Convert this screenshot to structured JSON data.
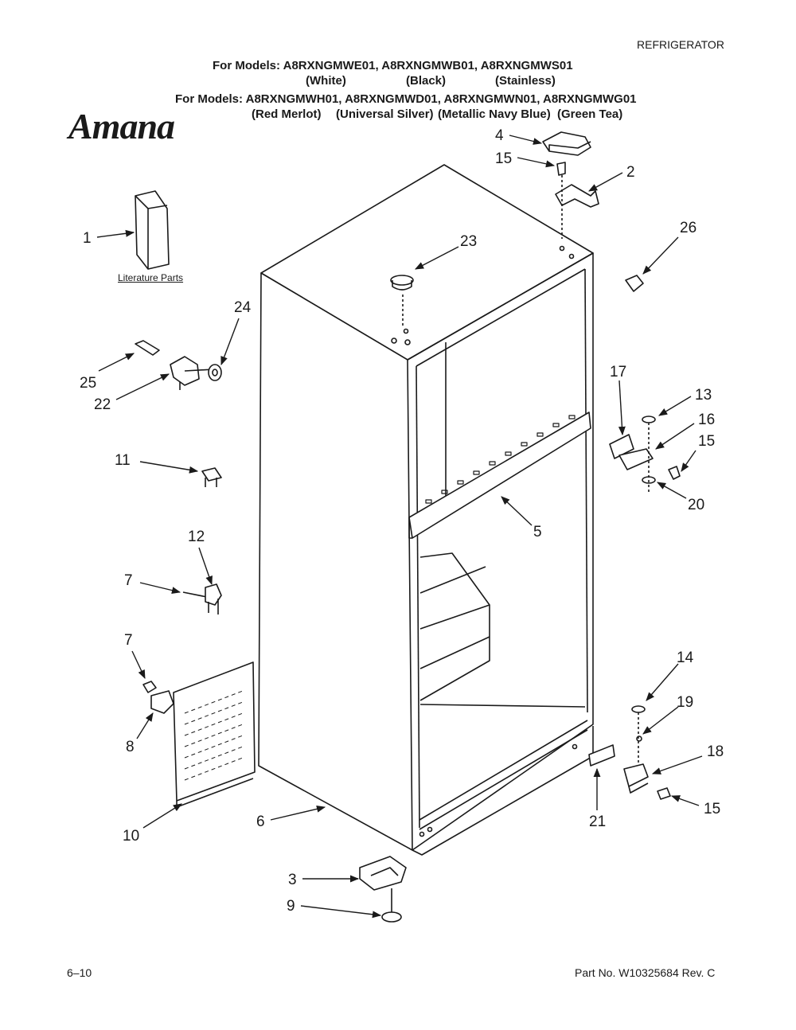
{
  "header": {
    "category": "REFRIGERATOR",
    "models_line_1": "For Models: A8RXNGMWE01, A8RXNGMWB01,  A8RXNGMWS01",
    "colors_line_1": [
      "(White)",
      "(Black)",
      "(Stainless)"
    ],
    "models_line_2": "For Models: A8RXNGMWH01, A8RXNGMWD01, A8RXNGMWN01, A8RXNGMWG01",
    "colors_line_2": [
      "(Red Merlot)",
      "(Universal Silver)",
      "(Metallic Navy Blue)",
      "(Green Tea)"
    ]
  },
  "brand": "Amana",
  "literature_label": "Literature Parts",
  "callouts": [
    "1",
    "2",
    "3",
    "4",
    "5",
    "6",
    "7",
    "7",
    "8",
    "9",
    "10",
    "11",
    "12",
    "13",
    "14",
    "15",
    "15",
    "15",
    "16",
    "17",
    "18",
    "19",
    "20",
    "21",
    "22",
    "23",
    "24",
    "25",
    "26"
  ],
  "footer": {
    "date": "6–10",
    "part_number": "Part No. W10325684 Rev. C"
  }
}
